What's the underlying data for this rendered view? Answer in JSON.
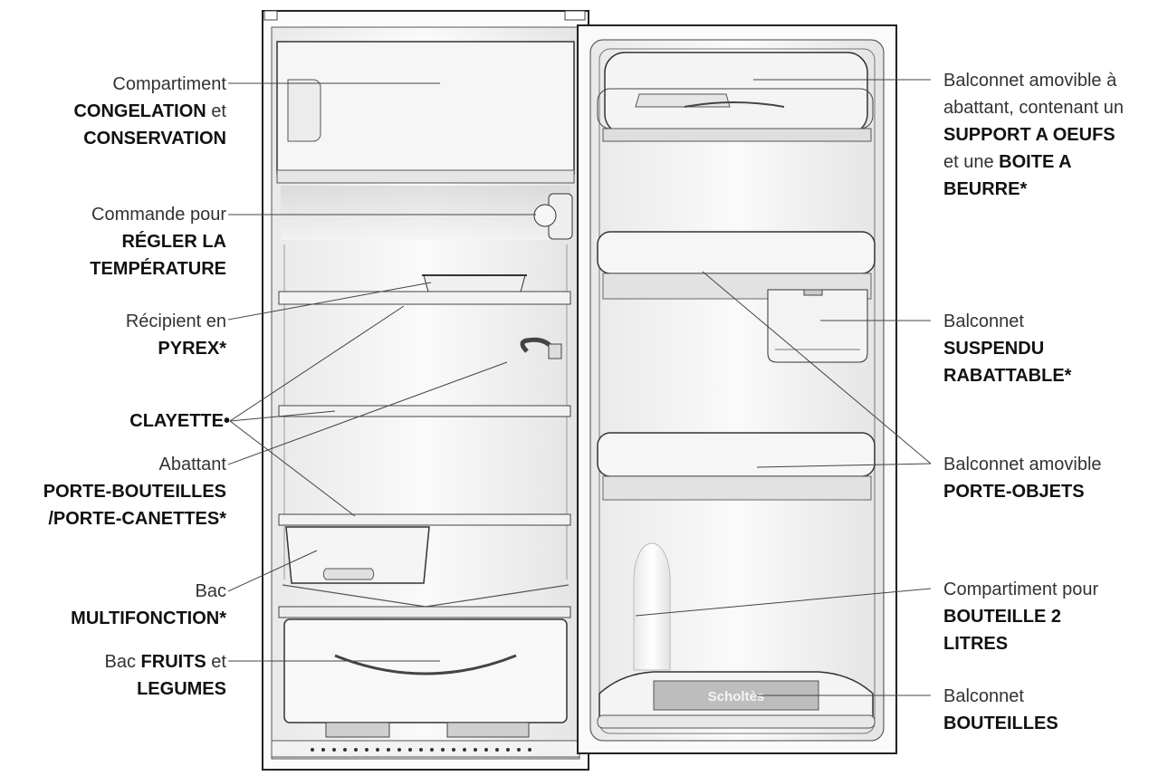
{
  "brand": "Scholtès",
  "labels": {
    "freezer": {
      "l1": "Compartiment",
      "l2b": "CONGELATION",
      "l2": " et",
      "l3b": "CONSERVATION"
    },
    "thermostat": {
      "l1": "Commande pour",
      "l2b": "RÉGLER LA",
      "l3b": "TEMPÉRATURE"
    },
    "pyrex": {
      "l1": "Récipient en",
      "l2b": "PYREX*"
    },
    "shelf": {
      "l1b": "CLAYETTE•"
    },
    "bottle_flap": {
      "l1": "Abattant",
      "l2b": "PORTE-BOUTEILLES",
      "l3b": "/PORTE-CANETTES*"
    },
    "multi_bin": {
      "l1": "Bac",
      "l2b": "MULTIFONCTION*"
    },
    "veg_bin": {
      "l1": "Bac ",
      "l1b": "FRUITS",
      "l1c": " et",
      "l2b": "LEGUMES"
    },
    "egg_balcony": {
      "l1": "Balconnet amovible à",
      "l2": "abattant, contenant un",
      "l3b": "SUPPORT A OEUFS",
      "l4": "et une ",
      "l4b": "BOITE A",
      "l5b": "BEURRE*"
    },
    "hanging_balcony": {
      "l1": "Balconnet",
      "l2b": "SUSPENDU",
      "l3b": "RABATTABLE*"
    },
    "object_balcony": {
      "l1": "Balconnet amovible",
      "l2b": "PORTE-OBJETS"
    },
    "two_litre": {
      "l1": "Compartiment pour",
      "l2b": "BOUTEILLE 2",
      "l3b": "LITRES"
    },
    "bottle_balcony": {
      "l1": "Balconnet",
      "l2b": "BOUTEILLES"
    }
  }
}
